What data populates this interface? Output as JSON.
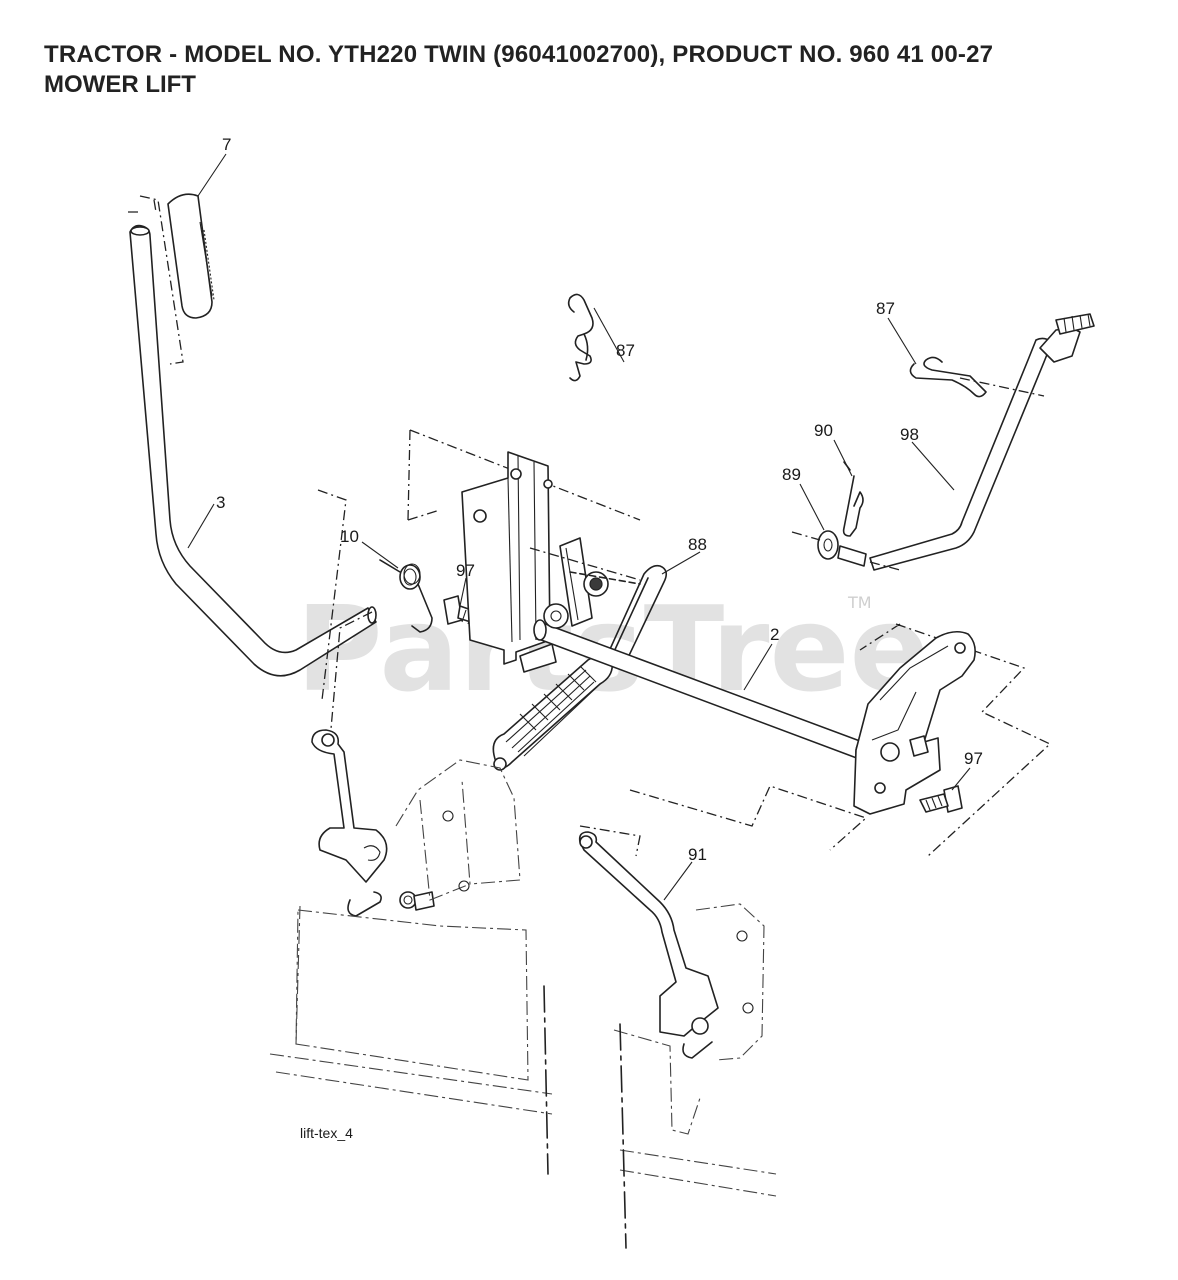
{
  "header": {
    "title": "TRACTOR - MODEL NO. YTH220 TWIN (96041002700), PRODUCT NO. 960 41 00-27",
    "subtitle": "MOWER LIFT"
  },
  "watermark": {
    "text": "PartsTree",
    "tm": "TM"
  },
  "drawing_ref": "lift-tex_4",
  "callouts": [
    {
      "id": "c7",
      "label": "7",
      "part": "handle-grip"
    },
    {
      "id": "c3",
      "label": "3",
      "part": "lift-lever"
    },
    {
      "id": "c10",
      "label": "10",
      "part": "torsion-spring"
    },
    {
      "id": "c97a",
      "label": "97",
      "part": "bolt"
    },
    {
      "id": "c87a",
      "label": "87",
      "part": "hair-pin"
    },
    {
      "id": "c88",
      "label": "88",
      "part": "spring-link"
    },
    {
      "id": "c2",
      "label": "2",
      "part": "lift-shaft"
    },
    {
      "id": "c87b",
      "label": "87",
      "part": "hair-pin"
    },
    {
      "id": "c90",
      "label": "90",
      "part": "hair-pin"
    },
    {
      "id": "c89",
      "label": "89",
      "part": "washer"
    },
    {
      "id": "c98",
      "label": "98",
      "part": "lift-link"
    },
    {
      "id": "c97b",
      "label": "97",
      "part": "bolt"
    },
    {
      "id": "c91",
      "label": "91",
      "part": "lift-link-rear"
    }
  ],
  "colors": {
    "ink": "#222222",
    "watermark": "#d9d9d9",
    "background": "#ffffff"
  }
}
